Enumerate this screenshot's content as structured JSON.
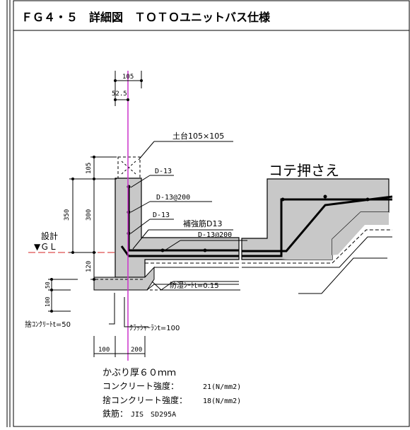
{
  "header": {
    "title": "ＦＧ４・５　詳細図　ＴＯＴＯユニットバス仕様"
  },
  "dimensions": {
    "top_width": "105",
    "top_half": "52.5",
    "left_105": "105",
    "left_350": "350",
    "left_300": "300",
    "left_120": "120",
    "left_50": "50",
    "left_100": "100",
    "bottom_100": "100",
    "bottom_200": "200"
  },
  "labels": {
    "sill": "土台105×105",
    "d13_a": "D-13",
    "d13_at200_a": "D-13@200",
    "d13_b": "D-13",
    "reinforce": "補強筋D13",
    "d13_at200_b": "D-13@200",
    "trowel": "コテ押さえ",
    "design_gl_1": "設計",
    "design_gl_2": "▼ＧＬ",
    "moisture": "防湿ｼｰﾄt=0.15",
    "lean_concrete": "捨ｺﾝｸﾘｰﾄt=50",
    "crusher_run": "ｸﾗｯｼｬｰﾗﾝt=100"
  },
  "notes": {
    "cover": "かぶり厚６０ｍｍ",
    "concrete_strength": "コンクリート強度：",
    "concrete_strength_val": "21(N/mm2)",
    "lean_strength": "捨コンクリート強度：",
    "lean_strength_val": "18(N/mm2)",
    "rebar": "鉄筋：",
    "rebar_val": "JIS　SD295A"
  },
  "colors": {
    "concrete": "#c8c8c8",
    "centerline": "#cc33cc",
    "gl_line": "#d62020"
  }
}
